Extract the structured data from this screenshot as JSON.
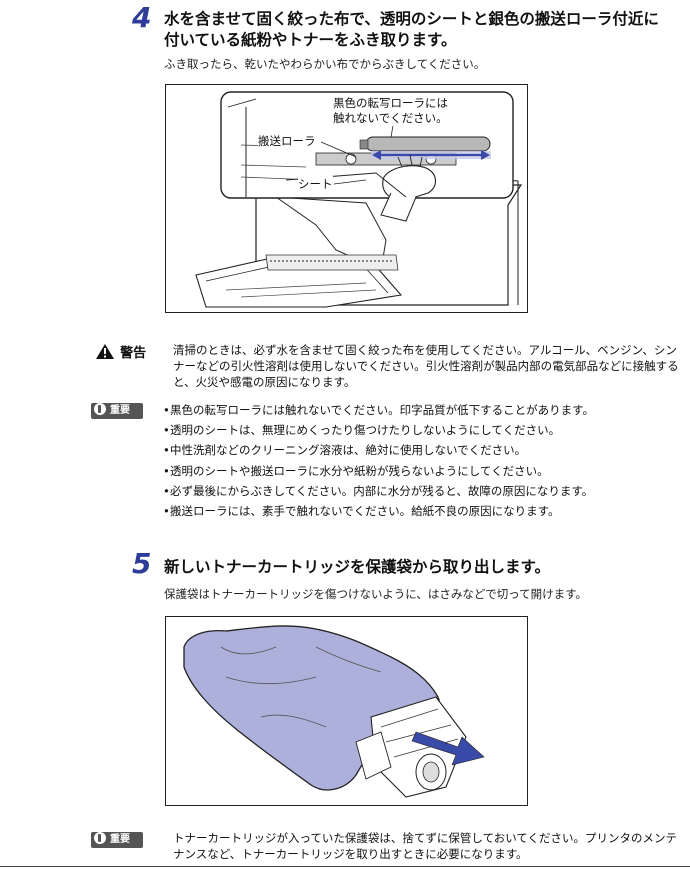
{
  "step4": {
    "number": "4",
    "title_line1": "水を含ませて固く絞った布で、透明のシートと銀色の搬送ローラ付近に",
    "title_line2": "付いている紙粉やトナーをふき取ります。",
    "subtitle": "ふき取ったら、乾いたやわらかい布でからぶきしてください。",
    "figure": {
      "callout_transfer_line1": "黒色の転写ローラには",
      "callout_transfer_line2": "触れないでください。",
      "callout_feed": "搬送ローラ",
      "callout_sheet": "シート"
    }
  },
  "warning": {
    "label": "警告",
    "text": "清掃のときは、必ず水を含ませて固く絞った布を使用してください。アルコール、ベンジン、シンナーなどの引火性溶剤は使用しないでください。引火性溶剤が製品内部の電気部品などに接触すると、火災や感電の原因になります。"
  },
  "important1": {
    "label": "重要",
    "items": [
      "黒色の転写ローラには触れないでください。印字品質が低下することがあります。",
      "透明のシートは、無理にめくったり傷つけたりしないようにしてください。",
      "中性洗剤などのクリーニング溶液は、絶対に使用しないでください。",
      "透明のシートや搬送ローラに水分や紙粉が残らないようにしてください。",
      "必ず最後にからぶきしてください。内部に水分が残ると、故障の原因になります。",
      "搬送ローラには、素手で触れないでください。給紙不良の原因になります。"
    ]
  },
  "step5": {
    "number": "5",
    "title": "新しいトナーカートリッジを保護袋から取り出します。",
    "subtitle": "保護袋はトナーカートリッジを傷つけないように、はさみなどで切って開けます。"
  },
  "important2": {
    "label": "重要",
    "text": "トナーカートリッジが入っていた保護袋は、捨てずに保管しておいてください。プリンタのメンテナンスなど、トナーカートリッジを取り出すときに必要になります。"
  },
  "colors": {
    "step_number": "#2f3d9a",
    "bag": "#aeb0dc",
    "arrow": "#3a4aa8",
    "badge": "#555555"
  }
}
